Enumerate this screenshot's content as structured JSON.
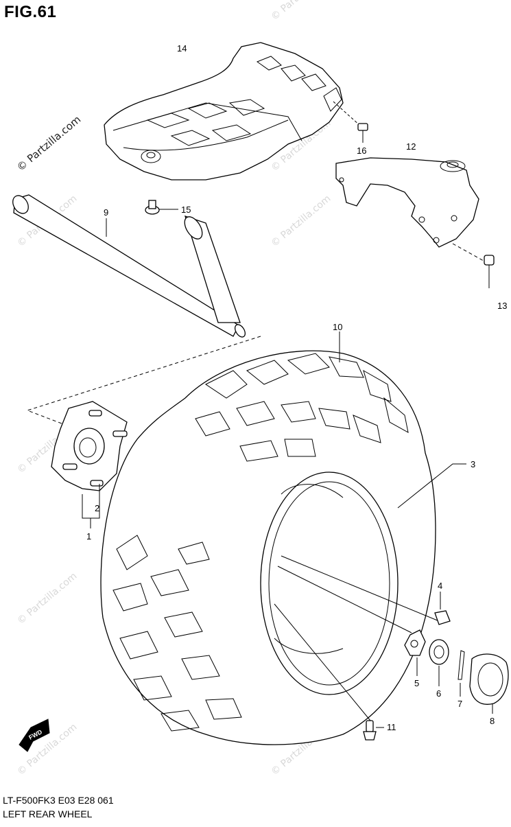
{
  "figure": {
    "title": "FIG.61",
    "code": "LT-F500FK3  E03  E28   061",
    "name": "LEFT REAR WHEEL"
  },
  "watermark": {
    "text": "© Partzilla.com",
    "main_text": "© Partzilla.com"
  },
  "callouts": {
    "c1": "1",
    "c2": "2",
    "c3": "3",
    "c4": "4",
    "c5": "5",
    "c6": "6",
    "c7": "7",
    "c8": "8",
    "c9": "9",
    "c10": "10",
    "c11": "11",
    "c12": "12",
    "c13": "13",
    "c14": "14",
    "c15": "15",
    "c16": "16"
  },
  "direction_badge": {
    "text": "FWD",
    "icon": "fwd-arrow-icon"
  }
}
